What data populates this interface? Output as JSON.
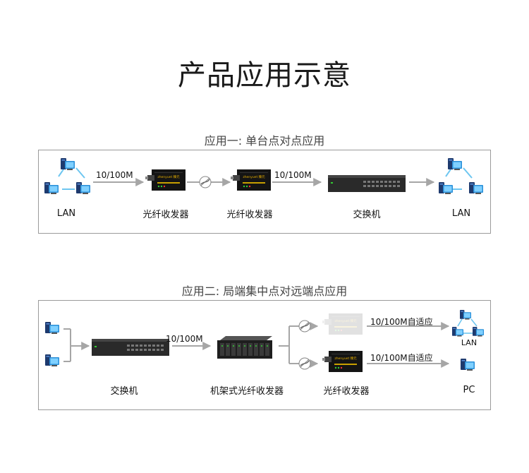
{
  "title": "产品应用示意",
  "app1": {
    "title": "应用一: 单台点对点应用",
    "labels": [
      "LAN",
      "光纤收发器",
      "光纤收发器",
      "交换机",
      "LAN"
    ],
    "speed_1": "10/100M",
    "speed_2": "10/100M",
    "device_brand": "zhenyuet 臻元"
  },
  "app2": {
    "title": "应用二: 局端集中点对远端点应用",
    "labels": [
      "交换机",
      "机架式光纤收发器",
      "光纤收发器",
      "LAN",
      "PC"
    ],
    "speed_main": "10/100M",
    "speed_top": "10/100M自适应",
    "speed_bottom": "10/100M自适应",
    "device_brand": "zhenyuet 臻元"
  },
  "colors": {
    "arrow": "#a6a6a6",
    "panel_border": "#9a9a9a",
    "computer_blue": "#2a8fd8",
    "link_blue": "#6ec6f0",
    "device_dark": "#141414",
    "switch_dark": "#2a2a2a"
  }
}
